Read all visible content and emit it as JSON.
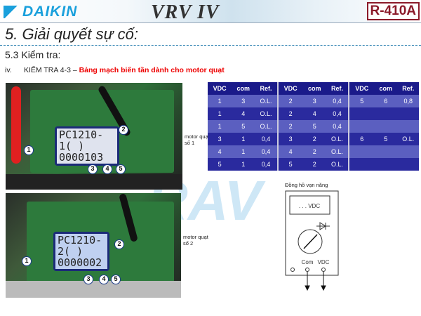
{
  "header": {
    "brand": "DAIKIN",
    "product": "VRV IV",
    "refrigerant": "R-410A"
  },
  "title": "5. Giải quyết sự cố:",
  "subtitle": "5.3 Kiểm tra:",
  "item": {
    "number": "iv.",
    "prefix": "KIỂM TRA 4-3 – ",
    "highlight": "Bảng mạch biến tần dành cho motor quạt"
  },
  "photos": [
    {
      "label_line1": "PC1210-1(      )",
      "label_line2": "0000103",
      "caption": "motor quạt số 1",
      "markers": [
        "1",
        "2",
        "3",
        "4",
        "5"
      ]
    },
    {
      "label_line1": "PC1210-2(      )",
      "label_line2": "0000002",
      "caption": "motor quạt số 2",
      "markers": [
        "1",
        "2",
        "3",
        "4",
        "5"
      ]
    }
  ],
  "table": {
    "headers": [
      "VDC",
      "com",
      "Ref.",
      "VDC",
      "com",
      "Ref.",
      "VDC",
      "com",
      "Ref."
    ],
    "rows": [
      [
        "1",
        "3",
        "O.L.",
        "2",
        "3",
        "0,4",
        "5",
        "6",
        "0,8"
      ],
      [
        "1",
        "4",
        "O.L.",
        "2",
        "4",
        "0,4",
        "",
        "",
        ""
      ],
      [
        "1",
        "5",
        "O.L.",
        "2",
        "5",
        "0,4",
        "",
        "",
        ""
      ],
      [
        "3",
        "1",
        "0,4",
        "3",
        "2",
        "O.L.",
        "6",
        "5",
        "O.L."
      ],
      [
        "4",
        "1",
        "0,4",
        "4",
        "2",
        "O.L.",
        "",
        "",
        ""
      ],
      [
        "5",
        "1",
        "0,4",
        "5",
        "2",
        "O.L.",
        "",
        "",
        ""
      ]
    ]
  },
  "multimeter": {
    "title": "Đồng hồ vạn năng",
    "display": ". . . VDC",
    "com_label": "Com",
    "vdc_label": "VDC"
  },
  "colors": {
    "accent": "#1aa0dc",
    "highlight": "#e00000",
    "table_light": "#5b5fc0",
    "table_dark": "#2a2a9e"
  }
}
